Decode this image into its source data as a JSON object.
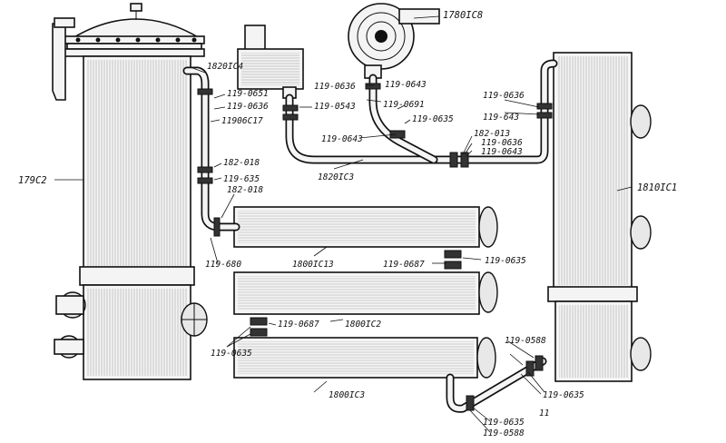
{
  "labels": {
    "vessel_left": "179C2",
    "elbow_top": "1820IC4",
    "pump": "1780IC8",
    "pipe_vertical": "11906C17",
    "pipe_bottom_right": "1820IC3",
    "column_right": "1810IC1",
    "tube_1": "1800IC13",
    "tube_2": "1800IC2",
    "tube_3": "1800IC3",
    "p_0651": "119-0651",
    "p_0636_a": "119-0636",
    "p_0543_a": "119-0543",
    "p_0636_b": "119-0636",
    "p_0643_a": "119-0643",
    "p_0691": "119-0691",
    "p_0635_a": "119-0635",
    "p_0643_b": "119-0643",
    "p_018_a": "182-018",
    "p_635": "119-635",
    "p_018_b": "182-018",
    "p_680": "119-680",
    "p_0636_c": "119-0636",
    "p_643": "119-643",
    "p_013": "182-013",
    "p_0636_d": "119-0636",
    "p_0643_c": "119-0643",
    "p_0687_a": "119-0687",
    "p_0635_b": "119-0635",
    "p_0687_b": "119-0687",
    "p_0635_c": "119-0635",
    "p_0588_a": "119-0588",
    "p_0635_d": "119-0635",
    "p_11": "11",
    "p_0635_e": "119-0635",
    "p_0588_b": "119-0588"
  }
}
